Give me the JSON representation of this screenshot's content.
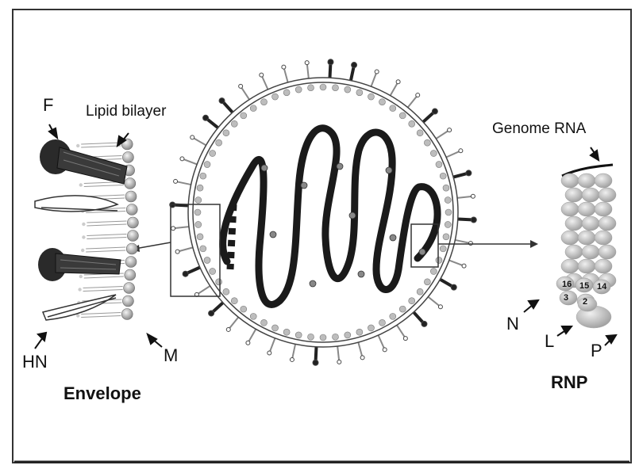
{
  "labels": {
    "f": "F",
    "lipid_bilayer": "Lipid bilayer",
    "hn": "HN",
    "m": "M",
    "envelope": "Envelope",
    "genome_rna": "Genome RNA",
    "n": "N",
    "l": "L",
    "p": "P",
    "rnp": "RNP"
  },
  "rnp_numbers": [
    "16",
    "15",
    "14",
    "3",
    "2"
  ],
  "colors": {
    "ink": "#111111",
    "protein_gray": "#9a9a9a",
    "light_gray": "#cfcfcf"
  }
}
